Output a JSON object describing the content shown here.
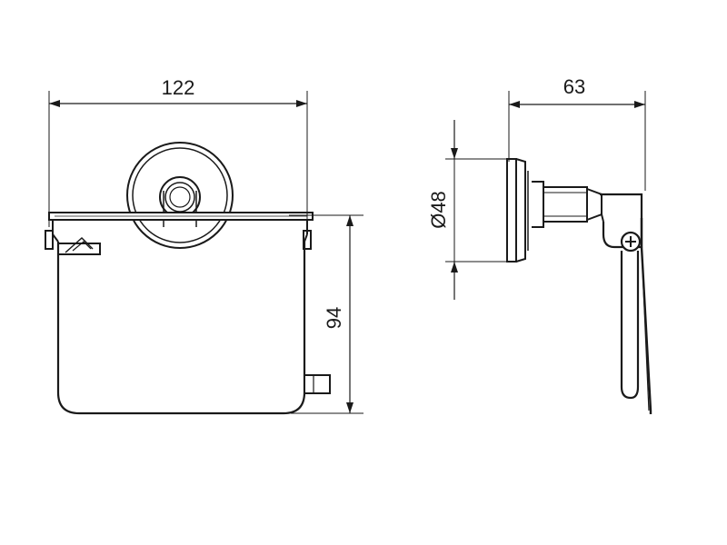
{
  "dimensions": {
    "width": "122",
    "height": "94",
    "depth": "63",
    "rosette_diameter": "Ø48"
  },
  "colors": {
    "line": "#1a1a1a",
    "background": "#ffffff"
  }
}
